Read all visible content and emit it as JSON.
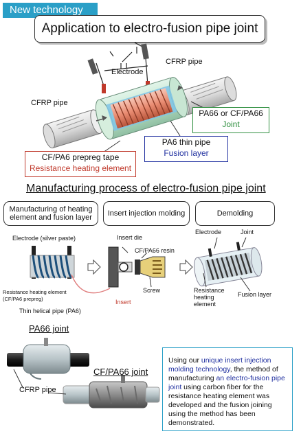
{
  "badge": "New technology",
  "title": "Application to electro-fusion pipe joint",
  "top_diagram": {
    "electrode": "Electrode",
    "cfrp_left": "CFRP pipe",
    "cfrp_right": "CFRP pipe",
    "joint_line1": "PA66 or CF/PA66",
    "joint_line2": "Joint",
    "fusion_line1": "PA6 thin pipe",
    "fusion_line2": "Fusion layer",
    "heating_line1": "CF/PA6 prepreg tape",
    "heating_line2": "Resistance heating element"
  },
  "process": {
    "title": "Manufacturing process of electro-fusion pipe joint",
    "steps": [
      "Manufacturing of heating element and fusion layer",
      "Insert injection molding",
      "Demolding"
    ],
    "step1": {
      "electrode": "Electrode (silver paste)",
      "heating_1": "Resistance heating element",
      "heating_2": "(CF/PA6 prepreg)",
      "pipe": "Thin helical pipe (PA6)"
    },
    "step2": {
      "insert_die": "Insert die",
      "resin": "CF/PA66 resin",
      "screw": "Screw",
      "insert": "Insert"
    },
    "step3": {
      "electrode": "Electrode",
      "joint": "Joint",
      "heating_1": "Resistance",
      "heating_2": "heating",
      "heating_3": "element",
      "fusion": "Fusion layer"
    }
  },
  "photos": {
    "pa66_joint": "PA66 joint",
    "cfpa66_joint": "CF/PA66 joint",
    "cfrp_pipe": "CFRP pipe"
  },
  "description": {
    "p1": "Using our ",
    "h1": "unique insert injection molding technology",
    "p2": ", the method of manufacturing ",
    "h2": "an electro-fusion pipe joint",
    "p3": " using carbon fiber for the resistance heating element was developed and the fusion joining using the method has been demonstrated."
  },
  "colors": {
    "badge": "#2a9fc7",
    "heating": "#c0392b",
    "fusion": "#1f2f9f",
    "joint": "#2f8f3f"
  }
}
